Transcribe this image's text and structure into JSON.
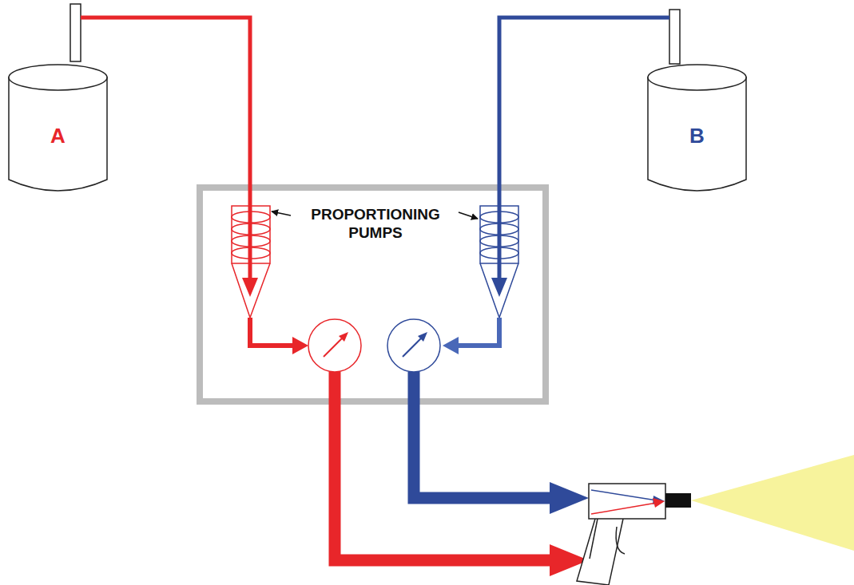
{
  "diagram": {
    "nodes": [
      {
        "text": [
          "A"
        ]
      },
      {
        "text": [
          "B"
        ]
      }
    ],
    "labels": [
      "PROPORTIONING PUMPS"
    ]
  }
}
